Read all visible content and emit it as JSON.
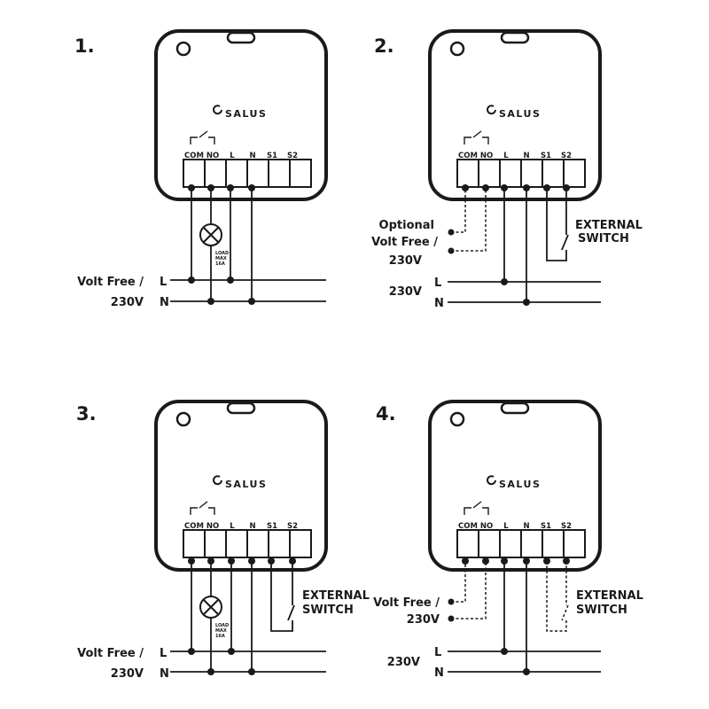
{
  "brand": "SALUS",
  "terminals": [
    "COM",
    "NO",
    "L",
    "N",
    "S1",
    "S2"
  ],
  "panels": [
    {
      "number": "1.",
      "left_label_top": "Volt Free /",
      "left_label_bottom": "230V",
      "line_L": "L",
      "line_N": "N",
      "load_line1": "LOAD",
      "load_line2": "MAX",
      "load_line3": "16A"
    },
    {
      "number": "2.",
      "optional_line1": "Optional",
      "optional_line2": "Volt Free /",
      "optional_line3": "230V",
      "left_label": "230V",
      "line_L": "L",
      "line_N": "N",
      "switch_line1": "EXTERNAL",
      "switch_line2": "SWITCH"
    },
    {
      "number": "3.",
      "left_label_top": "Volt Free /",
      "left_label_bottom": "230V",
      "line_L": "L",
      "line_N": "N",
      "load_line1": "LOAD",
      "load_line2": "MAX",
      "load_line3": "16A",
      "switch_line1": "EXTERNAL",
      "switch_line2": "SWITCH"
    },
    {
      "number": "4.",
      "volt_line1": "Volt Free /",
      "volt_line2": "230V",
      "left_label": "230V",
      "line_L": "L",
      "line_N": "N",
      "switch_line1": "EXTERNAL",
      "switch_line2": "SWITCH"
    }
  ]
}
